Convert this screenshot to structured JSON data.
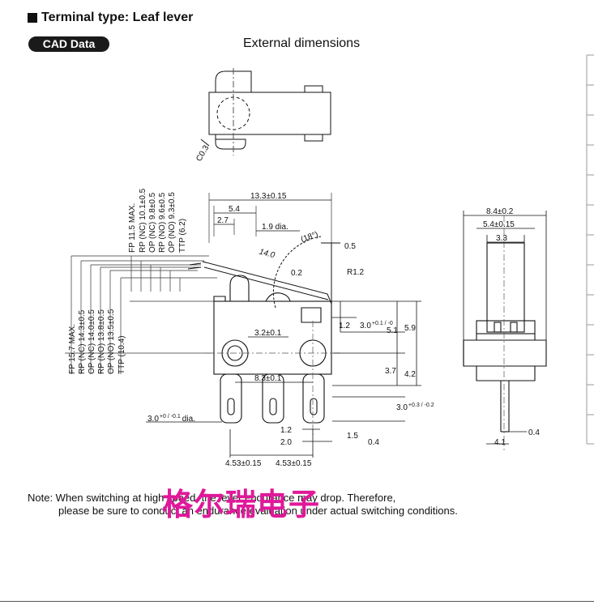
{
  "header": {
    "title": "Terminal type: Leaf lever",
    "cad_badge": "CAD Data",
    "section": "External dimensions"
  },
  "dims_top": {
    "chamfer": "C0.3"
  },
  "dims_side": {
    "vertical_labels": [
      "FP 11.5 MAX.",
      "RP (NC) 10.1±0.5",
      "OP (NC) 9.8±0.5",
      "RP (NO) 9.6±0.5",
      "OP (NO) 9.3±0.5",
      "TTP (6.2)"
    ],
    "vertical_labels_2": [
      "FP 15.7 MAX.",
      "RP (NC) 14.3±0.5",
      "OP (NC) 14.0±0.5",
      "RP (NO) 13.8±0.5",
      "OP (NO) 13.5±0.5",
      "TTP (10.4)"
    ],
    "width": "13.3±0.15",
    "d54": "5.4",
    "d27": "2.7",
    "dia19": "1.9 dia.",
    "angle": "(18°)",
    "d05": "0.5",
    "lever": "14.0",
    "d02": "0.2",
    "r12": "R1.2",
    "d12": "1.2",
    "d30": "3.0",
    "d30_tol": "+0.1 / -0",
    "d51": "5.1",
    "d59": "5.9",
    "d32": "3.2±0.1",
    "d37": "3.7",
    "d42": "4.2",
    "d83": "8.3±0.1",
    "hole": "3.0",
    "hole_tol": "+0 / -0.1",
    "hole_suffix": "dia.",
    "d30b": "3.0",
    "d30b_tol": "+0.3 / -0.2",
    "p12": "1.2",
    "p20": "2.0",
    "p15": "1.5",
    "p04": "0.4",
    "pitch1": "4.53±0.15",
    "pitch2": "4.53±0.15"
  },
  "dims_end": {
    "w84": "8.4±0.2",
    "w54": "5.4±0.15",
    "w33": "3.3",
    "t04": "0.4",
    "t41": "4.1"
  },
  "note": {
    "line1": "Note: When switching at high speed, the lever endurance may drop. Therefore,",
    "line2": "please be sure to conduct an endurance evaluation under actual switching conditions."
  },
  "watermark": "格尔瑞电子"
}
